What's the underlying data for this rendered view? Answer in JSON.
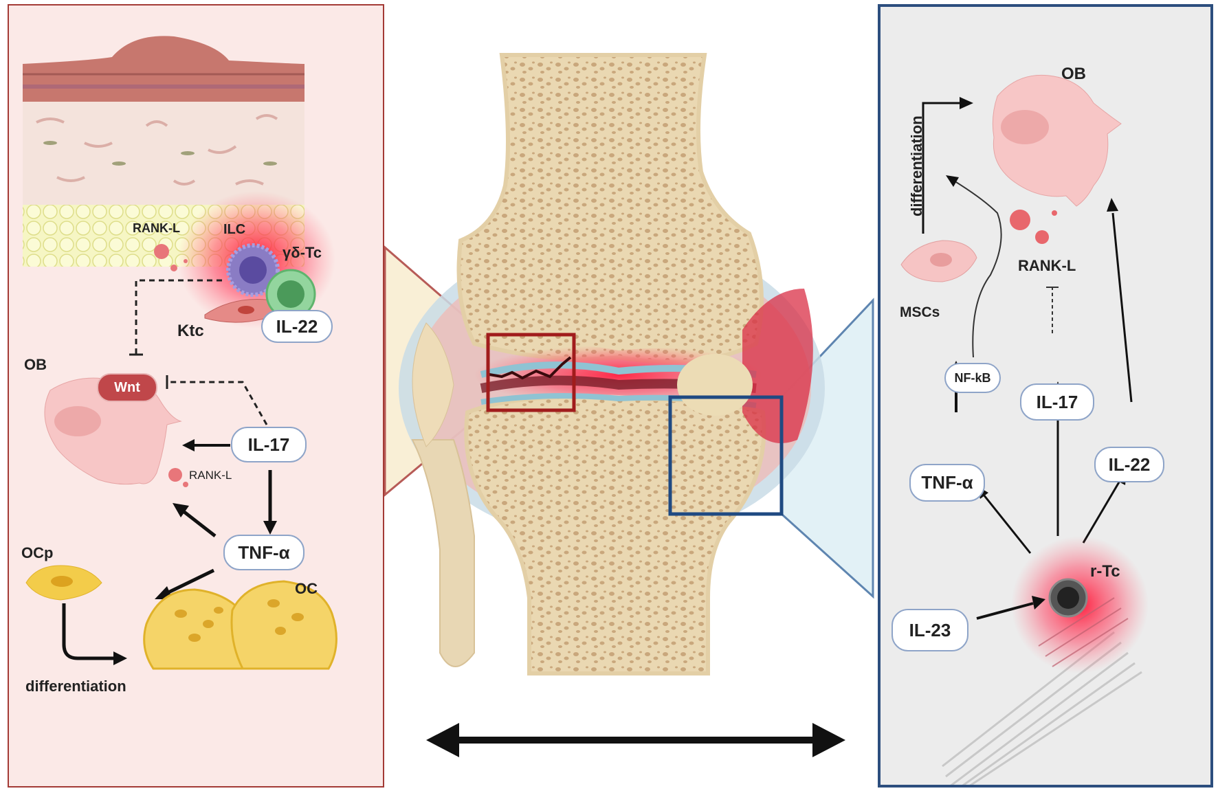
{
  "left_panel": {
    "labels": {
      "rankl_top": "RANK-L",
      "ilc": "ILC",
      "gd_tc": "γδ-Tc",
      "ktc": "Ktc",
      "ob": "OB",
      "wnt": "Wnt",
      "rankl_mid": "RANK-L",
      "ocp": "OCp",
      "oc": "OC",
      "differentiation": "differentiation"
    },
    "pills": {
      "il22": "IL-22",
      "il17": "IL-17",
      "tnfa": "TNF-α"
    }
  },
  "right_panel": {
    "labels": {
      "ob": "OB",
      "differentiation": "differentiation",
      "rankl": "RANK-L",
      "mscs": "MSCs",
      "rtc": "r-Tc"
    },
    "pills": {
      "nfkb": "NF-kB",
      "il17": "IL-17",
      "tnfa": "TNF-α",
      "il22": "IL-22",
      "il23": "IL-23"
    }
  },
  "colors": {
    "left_border": "#a33a35",
    "right_border": "#2c4e7e",
    "pill_border": "#8ea4c8",
    "inflammation": "#ff2040",
    "bone": "#eedcb8"
  }
}
